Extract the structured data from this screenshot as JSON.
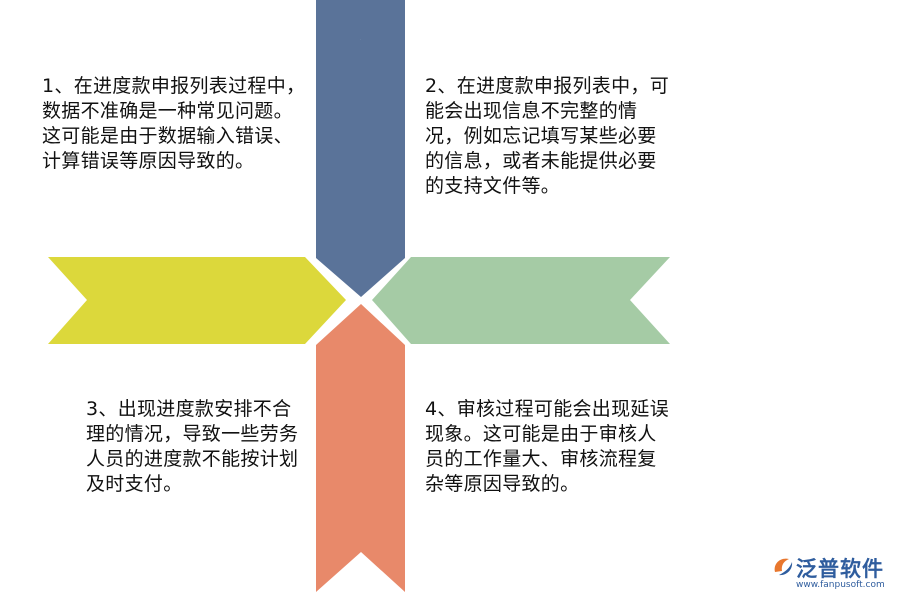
{
  "diagram": {
    "arrows": [
      {
        "id": "top",
        "color": "#5a7399"
      },
      {
        "id": "left",
        "color": "#dcd83b"
      },
      {
        "id": "right",
        "color": "#a5cba5"
      },
      {
        "id": "bottom",
        "color": "#e8896a"
      }
    ]
  },
  "notes": [
    {
      "text": "1、在进度款申报列表过程中，数据不准确是一种常见问题。这可能是由于数据输入错误、计算错误等原因导致的。"
    },
    {
      "text": "2、在进度款申报列表中，可能会出现信息不完整的情况，例如忘记填写某些必要的信息，或者未能提供必要的支持文件等。"
    },
    {
      "text": "3、出现进度款安排不合理的情况，导致一些劳务人员的进度款不能按计划及时支付。"
    },
    {
      "text": "4、审核过程可能会出现延误现象。这可能是由于审核人员的工作量大、审核流程复杂等原因导致的。"
    }
  ],
  "logo": {
    "name": "泛普软件",
    "url": "www.fanpusoft.com",
    "color": "#2f5d9e"
  }
}
